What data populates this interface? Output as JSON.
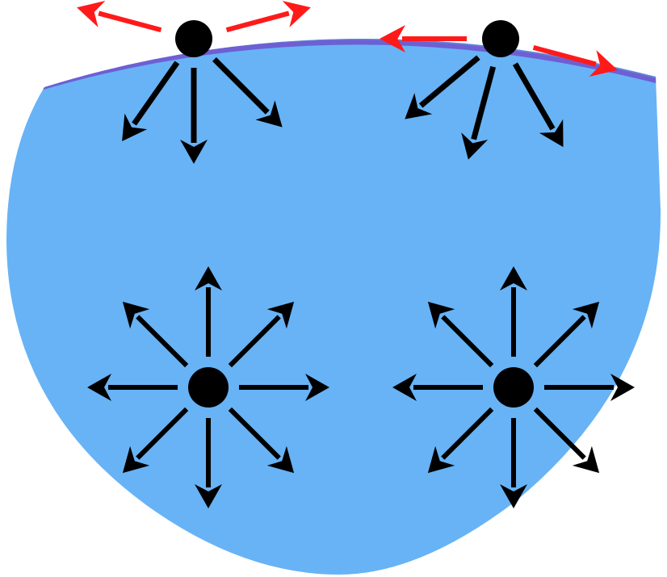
{
  "colors": {
    "background": "#ffffff",
    "liquid": "#67b3f6",
    "surface_layer": "#5f87d8",
    "surface_edge": "#6e5fd3",
    "molecule": "#000000",
    "force_arrow": "#000000",
    "surface_tension_arrow": "#ff1a1a"
  },
  "icons": {
    "molecule": "filled-circle",
    "force": "arrow"
  },
  "molecules": [
    {
      "id": "surface-molecule-left",
      "location": "surface",
      "neighbor_force_directions_deg": [
        125,
        90,
        45
      ],
      "surface_tension_directions_deg": [
        195,
        345
      ]
    },
    {
      "id": "surface-molecule-right",
      "location": "surface",
      "neighbor_force_directions_deg": [
        140,
        105,
        60
      ],
      "surface_tension_directions_deg": [
        180,
        15
      ]
    },
    {
      "id": "bulk-molecule-left",
      "location": "bulk",
      "neighbor_force_directions_deg": [
        270,
        315,
        0,
        45,
        90,
        135,
        180,
        225
      ]
    },
    {
      "id": "bulk-molecule-right",
      "location": "bulk",
      "neighbor_force_directions_deg": [
        270,
        315,
        0,
        45,
        90,
        135,
        180,
        225
      ]
    }
  ]
}
